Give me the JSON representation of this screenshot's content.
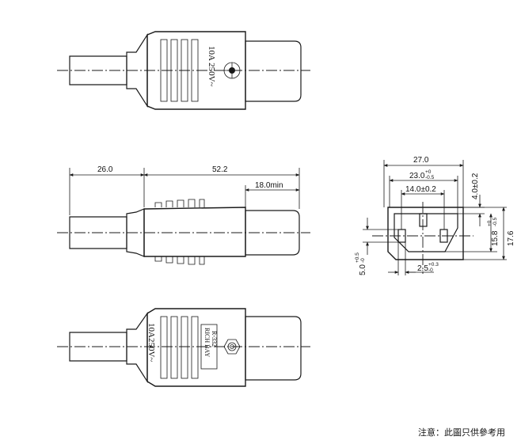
{
  "views": {
    "top": {
      "rating_text": "10A 250V~"
    },
    "side": {
      "dim_cable": "26.0",
      "dim_overall": "52.2",
      "dim_front": "18.0min"
    },
    "bottom": {
      "rating_text": "10A250V~",
      "brand_line1": "RICH BAY",
      "brand_line2": "R-332"
    },
    "front": {
      "dim_width": "27.0",
      "dim_inner": "23.0",
      "dim_inner_tol_plus": "+0",
      "dim_inner_tol_minus": "-0.5",
      "dim_pin_spacing": "14.0±0.2",
      "dim_top": "4.0±0.2",
      "dim_inner_h": "15.8",
      "dim_inner_h_tol_plus": "+0",
      "dim_inner_h_tol_minus": "-0.5",
      "dim_height": "17.6",
      "dim_slot_w": "2.5",
      "dim_slot_w_tol_plus": "+0.3",
      "dim_slot_w_tol_minus": "-0",
      "dim_slot_h": "5.0",
      "dim_slot_h_tol_plus": "+0.5",
      "dim_slot_h_tol_minus": "-0"
    }
  },
  "footer": {
    "note": "注意：此圖只供參考用"
  }
}
